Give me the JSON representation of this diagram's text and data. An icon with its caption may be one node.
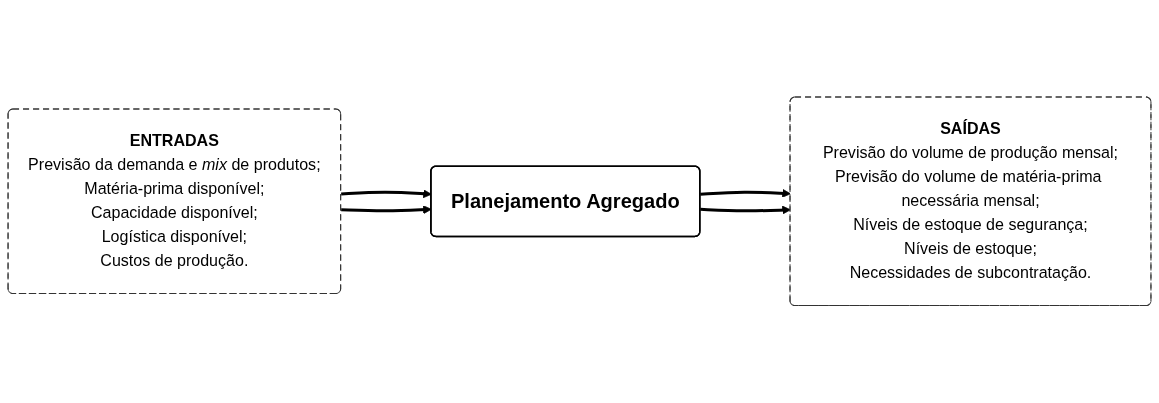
{
  "diagram": {
    "nodes": [
      {
        "text": [
          "ENTRADAS",
          "Previsão da demanda e *mix* de produtos;",
          "Matéria-prima disponível;",
          "Capacidade disponível;",
          "Logística disponível;",
          "Custos de produção."
        ]
      },
      {
        "text": [
          "Planejamento Agregado"
        ]
      },
      {
        "text": [
          "SAÍDAS",
          "Previsão do volume de produção mensal;",
          "Previsão do volume de matéria-prima necessária mensal;",
          "Níveis de estoque de segurança;",
          "Níveis de estoque;",
          "Necessidades de subcontratação."
        ]
      }
    ],
    "edges": [
      {
        "from": 0,
        "to": 1,
        "arrow": "to"
      },
      {
        "from": 0,
        "to": 1,
        "arrow": "to"
      },
      {
        "from": 1,
        "to": 2,
        "arrow": "to"
      },
      {
        "from": 1,
        "to": 2,
        "arrow": "to"
      }
    ]
  }
}
